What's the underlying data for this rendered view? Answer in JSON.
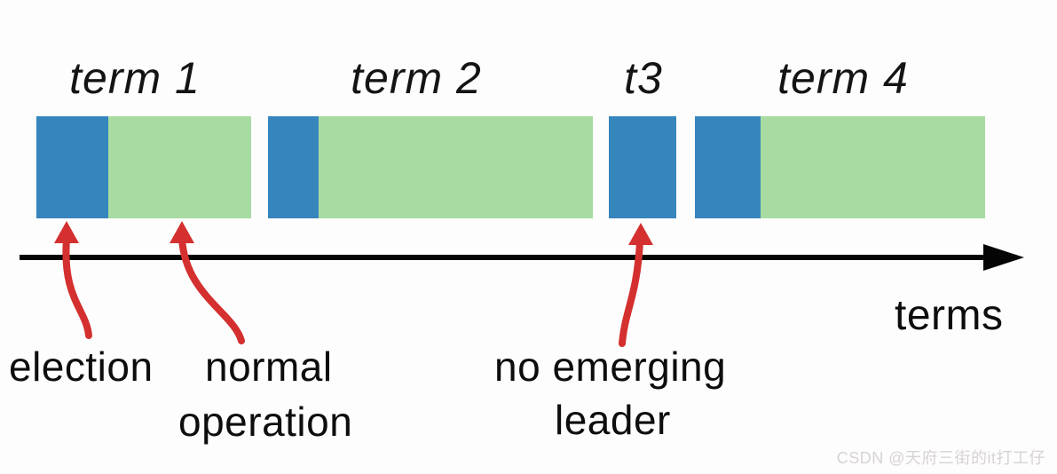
{
  "diagram": {
    "term_bars": [
      {
        "label": "term 1",
        "segments": [
          "election",
          "normal operation"
        ]
      },
      {
        "label": "term 2",
        "segments": [
          "election",
          "normal operation"
        ]
      },
      {
        "label": "t3",
        "segments": [
          "election"
        ]
      },
      {
        "label": "term 4",
        "segments": [
          "election",
          "normal operation"
        ]
      }
    ],
    "annotations": {
      "election": "election",
      "normal_line1": "normal",
      "normal_line2": "operation",
      "no_leader_line1": "no emerging",
      "no_leader_line2": "leader"
    },
    "axis_label": "terms",
    "colors": {
      "election_blue": "#3685bd",
      "normal_green": "#a8dba1",
      "pointer_red": "#d3302f",
      "axis_black": "#050505"
    }
  },
  "watermark": "CSDN @天府三街的it打工仔"
}
